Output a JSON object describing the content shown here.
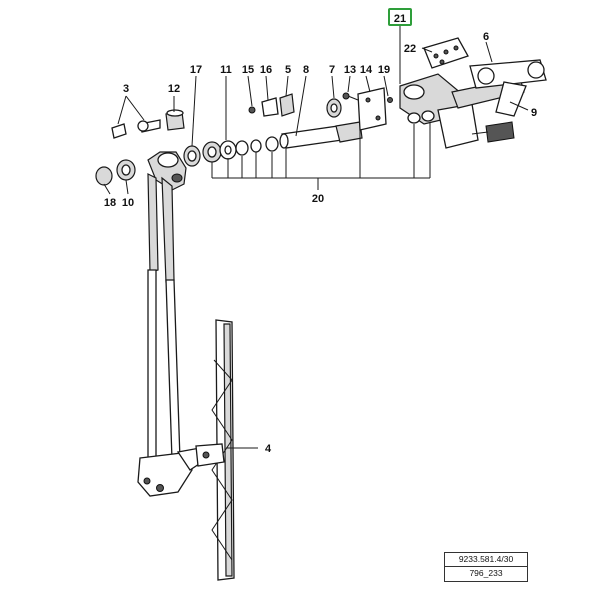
{
  "callouts": {
    "p21": "21",
    "p22": "22",
    "p6": "6",
    "p9": "9",
    "p3": "3",
    "p12": "12",
    "p17": "17",
    "p11": "11",
    "p15": "15",
    "p16": "16",
    "p5": "5",
    "p8": "8",
    "p7": "7",
    "p13": "13",
    "p14": "14",
    "p19": "19",
    "p20": "20",
    "p18": "18",
    "p10": "10",
    "p4": "4"
  },
  "highlight_color": "#2e9e3a",
  "reference": {
    "line1": "9233.581.4/30",
    "line2": "796_233"
  }
}
